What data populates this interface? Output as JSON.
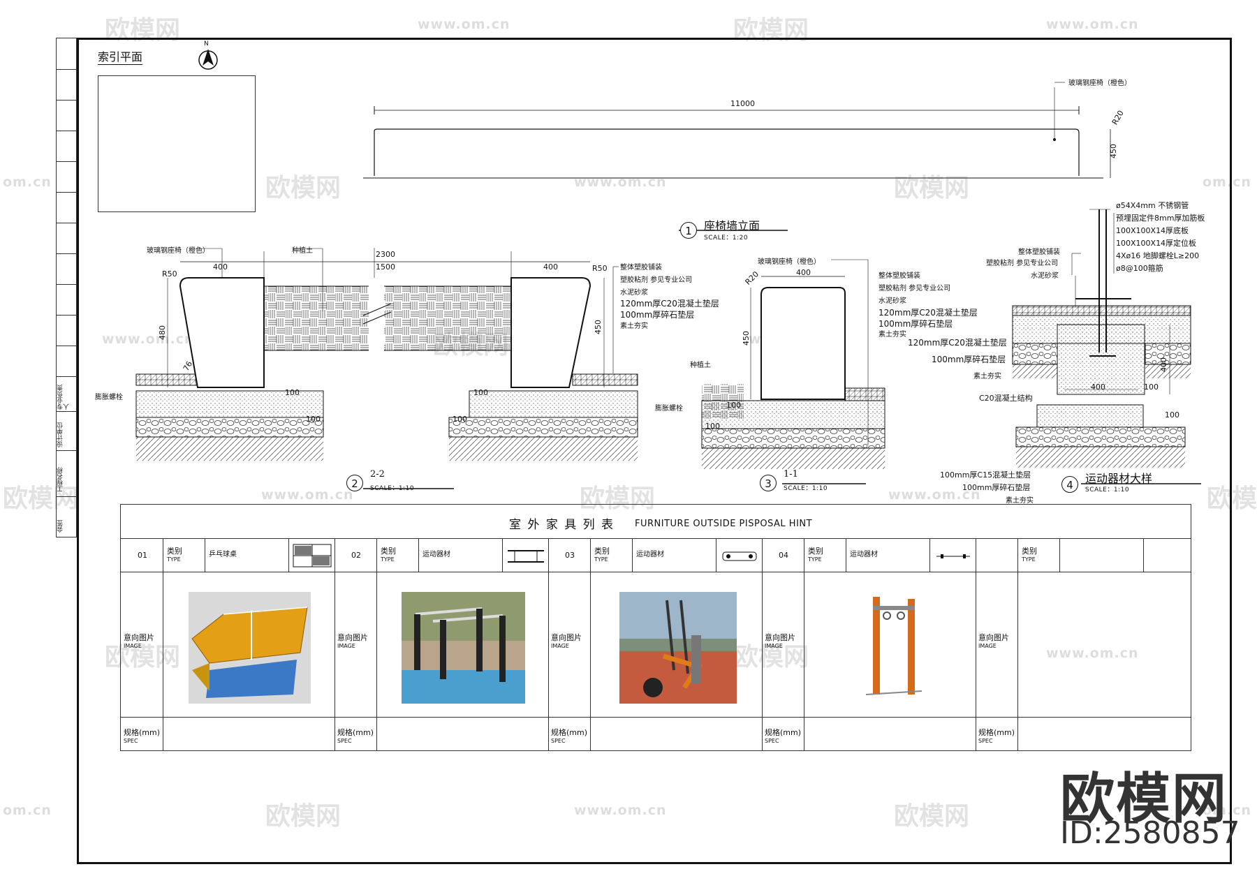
{
  "plan": {
    "title": "索引平面",
    "north": "N"
  },
  "elevation": {
    "title": "座椅墙立面",
    "number": "1",
    "scale": "SCALE：1:20",
    "length": "11000",
    "radius": "R20",
    "height": "450",
    "material": "玻璃钢座椅（橙色）"
  },
  "section22": {
    "number": "2",
    "title": "2-2",
    "scale": "SCALE：1:10",
    "mat_left": "玻璃钢座椅（橙色）",
    "mat_planting": "种植土",
    "r_left": "R50",
    "r_right": "R50",
    "w_left": "400",
    "w_mid": "1500",
    "w_total": "2300",
    "w_right": "400",
    "h_left": "480",
    "h_right": "450",
    "angle": "76",
    "d100a": "100",
    "d100b": "100",
    "d100c": "100",
    "d100d": "100",
    "anchor": "膨胀螺栓",
    "layers": [
      "整体塑胶铺装",
      "塑胶粘剂 参见专业公司",
      "水泥砂浆",
      "120mm厚C20混凝土垫层",
      "100mm厚碎石垫层",
      "素土夯实"
    ]
  },
  "section11": {
    "number": "3",
    "title": "1-1",
    "scale": "SCALE：1:10",
    "mat": "玻璃钢座椅（橙色）",
    "r": "R20",
    "w": "400",
    "h": "450",
    "planting": "种植土",
    "anchor": "膨胀螺栓",
    "d100a": "100",
    "d100b": "100",
    "layers": [
      "整体塑胶铺装",
      "塑胶粘剂 参见专业公司",
      "水泥砂浆",
      "120mm厚C20混凝土垫层",
      "100mm厚碎石垫层",
      "素土夯实"
    ]
  },
  "detail4": {
    "number": "4",
    "title": "运动器材大样",
    "scale": "SCALE：1:10",
    "specs": [
      "ø54X4mm 不锈钢管",
      "预埋固定件8mm厚加筋板",
      "100X100X14厚底板",
      "100X100X14厚定位板",
      "4Xø16 地脚螺栓L≥200",
      "ø8@100箍筋"
    ],
    "left_top": [
      "整体塑胶铺装",
      "塑胶粘剂 参见专业公司",
      "水泥砂浆"
    ],
    "left_mid": [
      "120mm厚C20混凝土垫层",
      "100mm厚碎石垫层",
      "素土夯实"
    ],
    "c20": "C20混凝土结构",
    "bottom": [
      "100mm厚C15混凝土垫层",
      "100mm厚碎石垫层",
      "素土夯实"
    ],
    "w400": "400",
    "h400": "400",
    "d100a": "100",
    "d100b": "100"
  },
  "table": {
    "title_cn": "室 外 家 具 列 表",
    "title_en": "FURNITURE OUTSIDE PISPOSAL HINT",
    "type_label": "类别",
    "type_en": "TYPE",
    "image_label": "意向图片",
    "image_en": "IMAGE",
    "spec_label": "规格(mm)",
    "spec_en": "SPEC",
    "items": [
      {
        "no": "01",
        "type": "乒乓球桌"
      },
      {
        "no": "02",
        "type": "运动器材"
      },
      {
        "no": "03",
        "type": "运动器材"
      },
      {
        "no": "04",
        "type": "运动器材"
      },
      {
        "no": "",
        "type": ""
      }
    ]
  },
  "side_strip": [
    "会签",
    "工程名称",
    "设计单位",
    "专业负责人"
  ],
  "watermark": {
    "logo": "欧模网",
    "url": "www.om.cn",
    "short": "om.cn"
  },
  "brand": {
    "name": "欧模网",
    "id": "ID:2580857"
  }
}
